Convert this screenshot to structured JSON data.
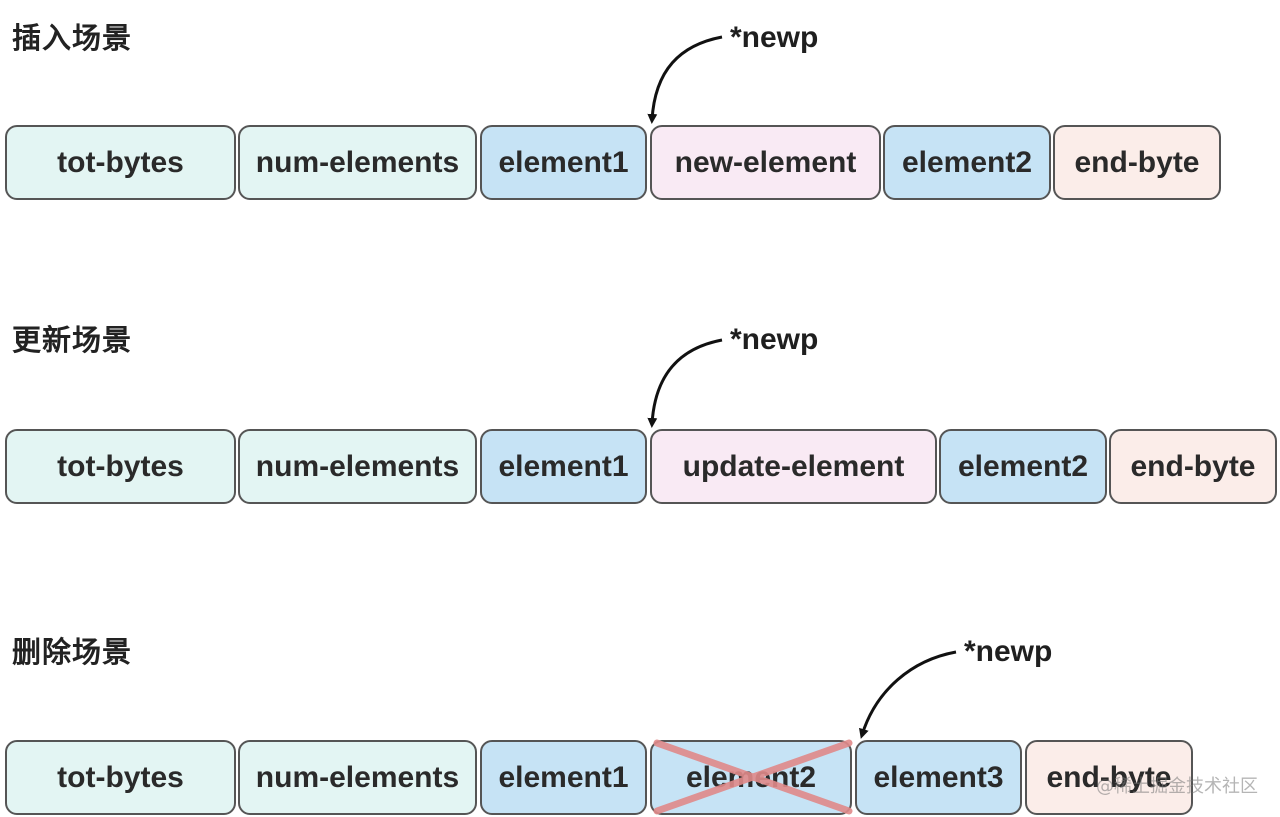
{
  "scenes": [
    {
      "title": "插入场景",
      "pointer": "*newp",
      "cells": [
        {
          "label": "tot-bytes",
          "kind": "header"
        },
        {
          "label": "num-elements",
          "kind": "header"
        },
        {
          "label": "element1",
          "kind": "elem"
        },
        {
          "label": "new-element",
          "kind": "new"
        },
        {
          "label": "element2",
          "kind": "elem"
        },
        {
          "label": "end-byte",
          "kind": "end"
        }
      ]
    },
    {
      "title": "更新场景",
      "pointer": "*newp",
      "cells": [
        {
          "label": "tot-bytes",
          "kind": "header"
        },
        {
          "label": "num-elements",
          "kind": "header"
        },
        {
          "label": "element1",
          "kind": "elem"
        },
        {
          "label": "update-element",
          "kind": "new"
        },
        {
          "label": "element2",
          "kind": "elem"
        },
        {
          "label": "end-byte",
          "kind": "end"
        }
      ]
    },
    {
      "title": "删除场景",
      "pointer": "*newp",
      "cells": [
        {
          "label": "tot-bytes",
          "kind": "header"
        },
        {
          "label": "num-elements",
          "kind": "header"
        },
        {
          "label": "element1",
          "kind": "elem"
        },
        {
          "label": "element2",
          "kind": "elem",
          "deleted": true
        },
        {
          "label": "element3",
          "kind": "elem"
        },
        {
          "label": "end-byte",
          "kind": "end"
        }
      ]
    }
  ],
  "watermark": "@稀土掘金技术社区",
  "colors": {
    "header_fill": "#e3f5f3",
    "element_fill": "#c6e3f5",
    "new_fill": "#f9eaf4",
    "end_fill": "#fbede9",
    "border": "#555555",
    "strike": "#e08a8a"
  }
}
